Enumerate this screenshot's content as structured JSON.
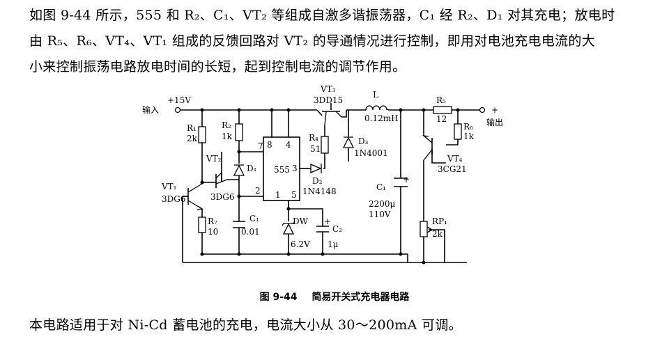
{
  "text": {
    "para1_line1": "如图 9-44 所示，555 和 R₂、C₁、VT₂ 等组成自激多谐振荡器，C₁ 经 R₂、D₁ 对其充电；放电时",
    "para1_line2": "由 R₅、R₆、VT₄、VT₁ 组成的反馈回路对 VT₂ 的导通情况进行控制，即用对电池充电电流的大",
    "para1_line3": "小来控制振荡电路放电时间的长短，起到控制电流的调节作用。",
    "caption_num": "图 9-44",
    "caption_title": "简易开关式充电器电路",
    "para2": "本电路适用于对 Ni-Cd 蓄电池的充电，电流大小从 30～200mA 可调。"
  },
  "circuit": {
    "input_label": "输入",
    "input_voltage": "+15V",
    "output_plus": "+",
    "output_label": "输出",
    "r1": "R₁",
    "r1_val": "2k",
    "r2": "R₂",
    "r2_val": "1k",
    "r4": "R₄",
    "r4_val": "51",
    "r5": "R₅",
    "r5_val": "12",
    "r6": "R₆",
    "r6_val": "1k",
    "r7": "R₇",
    "r7_val": "10",
    "vt1": "VT₁",
    "vt1_type": "3DG6",
    "vt2": "VT₂",
    "vt2_type": "3DG6",
    "vt3": "VT₃",
    "vt3_type": "3DD15",
    "vt4": "VT₄",
    "vt4_type": "3CG21",
    "d1": "D₁",
    "d2": "D₂",
    "d2_type": "1N4148",
    "d3": "D₃",
    "d3_type": "1N4001",
    "l": "L",
    "l_val": "0.12mH",
    "c1_tank": "C₁",
    "c1_tank_val1": "2200μ",
    "c1_tank_val2": "110V",
    "c1_timing": "C₁",
    "c1_timing_val": "0.01",
    "c2": "C₂",
    "c2_val": "1μ",
    "c2_plus": "+",
    "c1_plus": "+",
    "dw": "DW",
    "dw_val": "6.2V",
    "rp1": "RP₁",
    "rp1_val": "2k",
    "ic": "555",
    "pin7": "7",
    "pin4": "4",
    "pin8": "8",
    "pin3": "3",
    "pin2": "2",
    "pin1": "1",
    "pin5": "5"
  }
}
